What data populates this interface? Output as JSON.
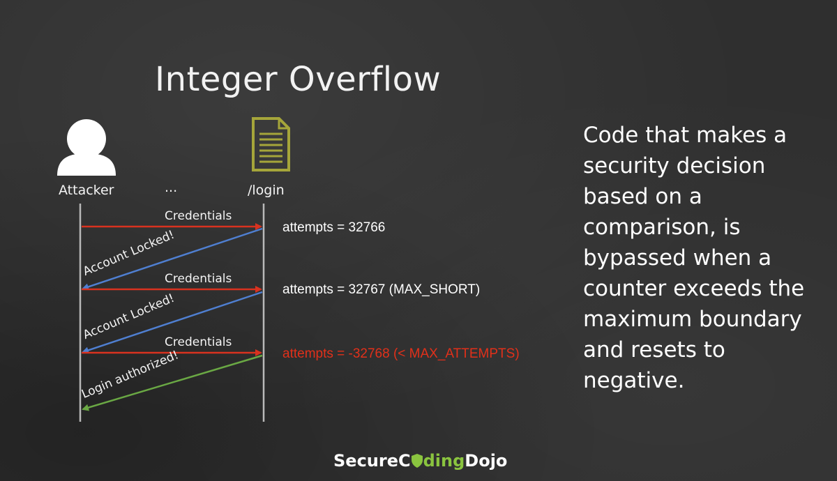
{
  "slide": {
    "title": "Integer Overflow",
    "description": "Code that makes a\nsecurity decision\nbased on a\ncomparison, is\nbypassed when a\ncounter exceeds the\nmaximum boundary\nand resets to\nnegative."
  },
  "actors": {
    "attacker": {
      "label": "Attacker",
      "icon": "user-icon"
    },
    "ellipsis": "...",
    "server": {
      "label": "/login",
      "icon": "document-icon"
    }
  },
  "messages": [
    {
      "label": "Credentials",
      "direction": "attacker-to-server",
      "color": "#d9321f"
    },
    {
      "label": "Account Locked!",
      "direction": "server-to-attacker",
      "color": "#4f7fd1"
    },
    {
      "label": "Credentials",
      "direction": "attacker-to-server",
      "color": "#d9321f"
    },
    {
      "label": "Account Locked!",
      "direction": "server-to-attacker",
      "color": "#4f7fd1"
    },
    {
      "label": "Credentials",
      "direction": "attacker-to-server",
      "color": "#d9321f"
    },
    {
      "label": "Login authorized!",
      "direction": "server-to-attacker",
      "color": "#6aa844"
    }
  ],
  "notes": [
    {
      "text": "attempts = 32766",
      "color": "#ffffff"
    },
    {
      "text": "attempts = 32767 (MAX_SHORT)",
      "color": "#ffffff"
    },
    {
      "text": "attempts = -32768 (< MAX_ATTEMPTS)",
      "color": "#e2301a"
    }
  ],
  "brand": {
    "part1": "Secure",
    "part2": "C",
    "part3": "ding",
    "part4": "Dojo",
    "shield_icon": "shield-icon",
    "accent": "#8ac43f"
  }
}
